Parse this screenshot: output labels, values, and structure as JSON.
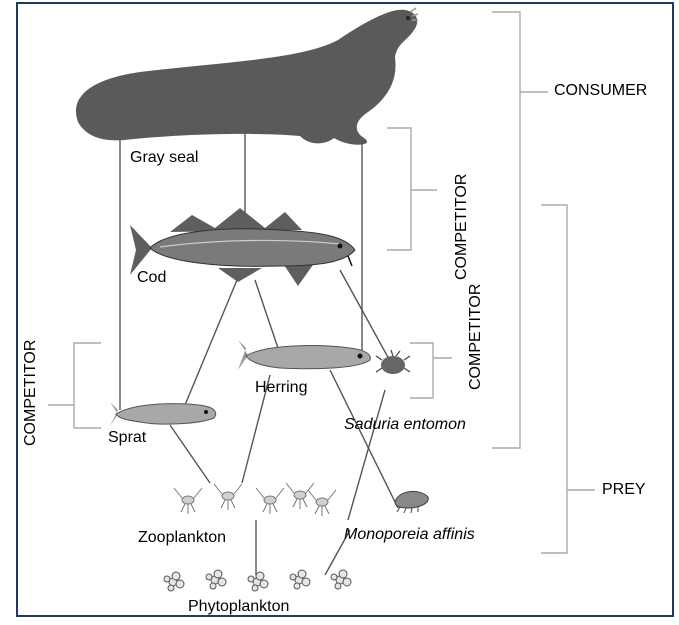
{
  "species": {
    "gray_seal": "Gray seal",
    "cod": "Cod",
    "herring": "Herring",
    "sprat": "Sprat",
    "saduria": "Saduria entomon",
    "zooplankton": "Zooplankton",
    "monoporeia": "Monoporeia affinis",
    "phytoplankton": "Phytoplankton"
  },
  "roles": {
    "consumer": "CONSUMER",
    "prey": "PREY",
    "competitor_seal_cod": "COMPETITOR",
    "competitor_herring_saduria": "COMPETITOR",
    "competitor_sprat": "COMPETITOR"
  },
  "colors": {
    "frame": "#1f3b64",
    "seal": "#5a5a5a",
    "fish": "#9a9a9a",
    "cod": "#6e6e6e",
    "line": "#555555",
    "bracket": "#aaaaaa"
  }
}
